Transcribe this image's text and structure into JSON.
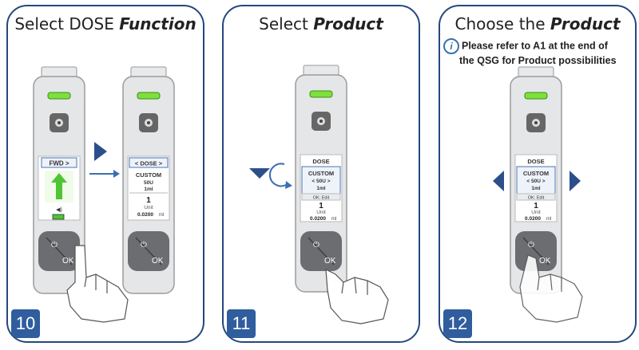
{
  "steps": [
    {
      "number": "10",
      "title_plain": "Select DOSE ",
      "title_em": "Function",
      "device_a": {
        "header": "FWD >"
      },
      "device_b": {
        "header": "< DOSE >",
        "product": "CUSTOM",
        "dose": "50U",
        "volume": "1ml",
        "unit_value": "1",
        "unit_label": "Unit",
        "ml_value": "0.0200",
        "ml_unit": "ml"
      }
    },
    {
      "number": "11",
      "title_plain": "Select ",
      "title_em": "Product",
      "device": {
        "header": "DOSE",
        "product": "CUSTOM",
        "dose": "< 50U >",
        "volume": "1ml",
        "edit": "OK: Edit",
        "unit_value": "1",
        "unit_label": "Unit",
        "ml_value": "0.0200",
        "ml_unit": "ml"
      }
    },
    {
      "number": "12",
      "title_plain": "Choose the ",
      "title_em": "Product",
      "note_line1": "Please refer to A1 at the end of",
      "note_line2": "the QSG for Product possibilities",
      "info_symbol": "i",
      "device": {
        "header": "DOSE",
        "product": "CUSTOM",
        "dose": "< 50U >",
        "volume": "1ml",
        "edit": "OK: Edit",
        "unit_value": "1",
        "unit_label": "Unit",
        "ml_value": "0.0200",
        "ml_unit": "ml"
      }
    }
  ],
  "keypad": {
    "ok_label": "OK",
    "power_symbol": "⏻"
  },
  "colors": {
    "border": "#23487e",
    "accent": "#2f5d9e",
    "led": "#7ee03a",
    "arrow": "#2b4f8a",
    "device": "#e4e6e8",
    "keypad": "#6b6d70"
  }
}
